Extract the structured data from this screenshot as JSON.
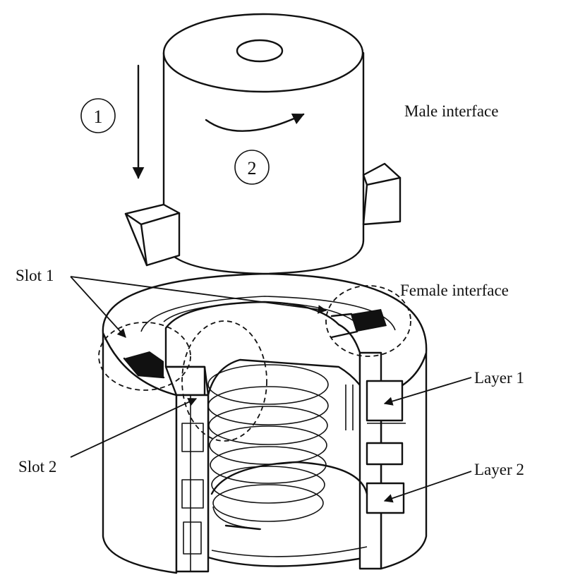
{
  "labels": {
    "male_interface": "Male interface",
    "female_interface": "Female interface",
    "slot1": "Slot 1",
    "slot2": "Slot 2",
    "layer1": "Layer 1",
    "layer2": "Layer 2",
    "step1": "1",
    "step2": "2"
  },
  "icons": {
    "down": "down-arrow-icon",
    "rotate": "rotation-arrow-icon"
  },
  "colors": {
    "line": "#111111",
    "background": "#ffffff"
  }
}
